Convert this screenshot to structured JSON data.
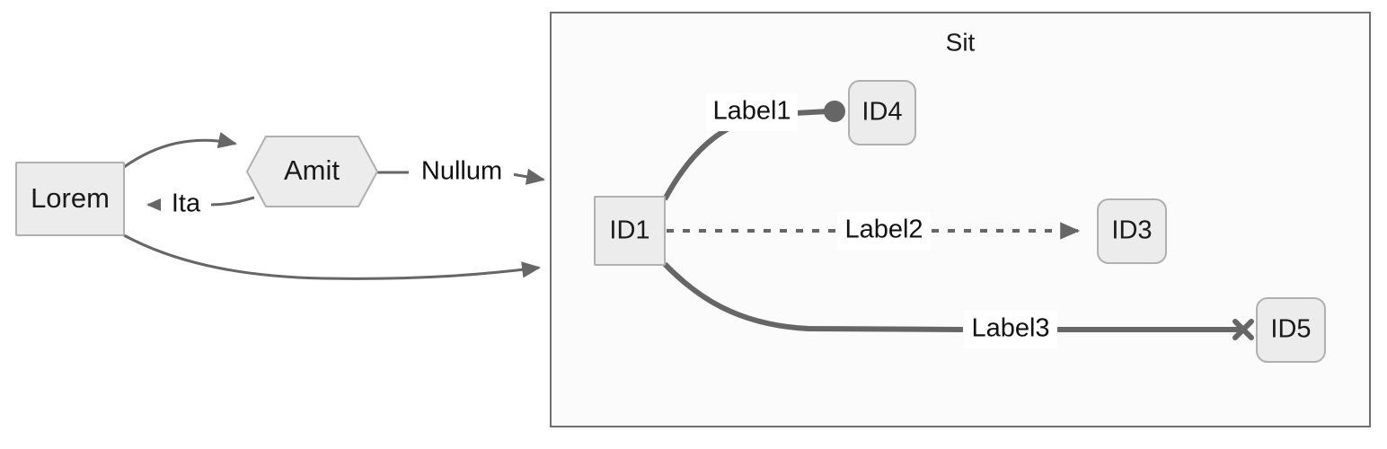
{
  "diagram": {
    "type": "flowchart",
    "background": "#ffffff",
    "node_fill": "#ececec",
    "node_stroke": "#b0b0b0",
    "edge_color": "#666666",
    "cluster_fill": "#fbfbfb",
    "cluster_stroke": "#6e6e6e"
  },
  "cluster": {
    "title": "Sit"
  },
  "nodes": {
    "lorem": {
      "label": "Lorem",
      "shape": "rectangle"
    },
    "amit": {
      "label": "Amit",
      "shape": "hexagon"
    },
    "id1": {
      "label": "ID1",
      "shape": "square"
    },
    "id3": {
      "label": "ID3",
      "shape": "rounded-rectangle"
    },
    "id4": {
      "label": "ID4",
      "shape": "rounded-rectangle"
    },
    "id5": {
      "label": "ID5",
      "shape": "rounded-rectangle"
    }
  },
  "edges": {
    "lorem_to_amit": {
      "label": "",
      "style": "solid",
      "arrow": "triangle"
    },
    "amit_to_lorem": {
      "label": "Ita",
      "style": "solid",
      "arrow": "triangle"
    },
    "amit_to_cluster": {
      "label": "Nullum",
      "style": "solid",
      "arrow": "triangle"
    },
    "lorem_to_cluster": {
      "label": "",
      "style": "solid",
      "arrow": "triangle"
    },
    "id1_to_id4": {
      "label": "Label1",
      "style": "thick",
      "arrow": "circle"
    },
    "id1_to_id3": {
      "label": "Label2",
      "style": "dotted",
      "arrow": "triangle"
    },
    "id1_to_id5": {
      "label": "Label3",
      "style": "thick",
      "arrow": "cross"
    }
  }
}
